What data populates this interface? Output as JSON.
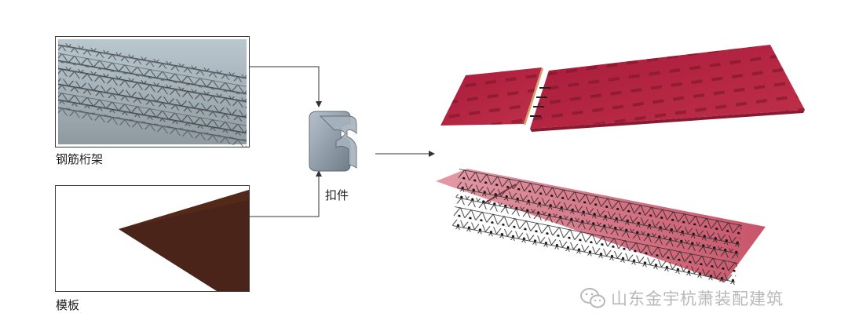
{
  "inputs": {
    "truss": {
      "label": "钢筋桁架"
    },
    "formwork": {
      "label": "模板"
    }
  },
  "connector": {
    "label": "扣件"
  },
  "watermark": {
    "text": "山东金宇杭萧装配建筑",
    "icon": "wechat-icon"
  },
  "colors": {
    "frame": "#3a3a3a",
    "arrow": "#333333",
    "formwork": "#4a2418",
    "panel": "#b3203e",
    "clip": "#8a98a6",
    "steel": "#2c2c2c",
    "watermark": "#b8b8b8"
  }
}
